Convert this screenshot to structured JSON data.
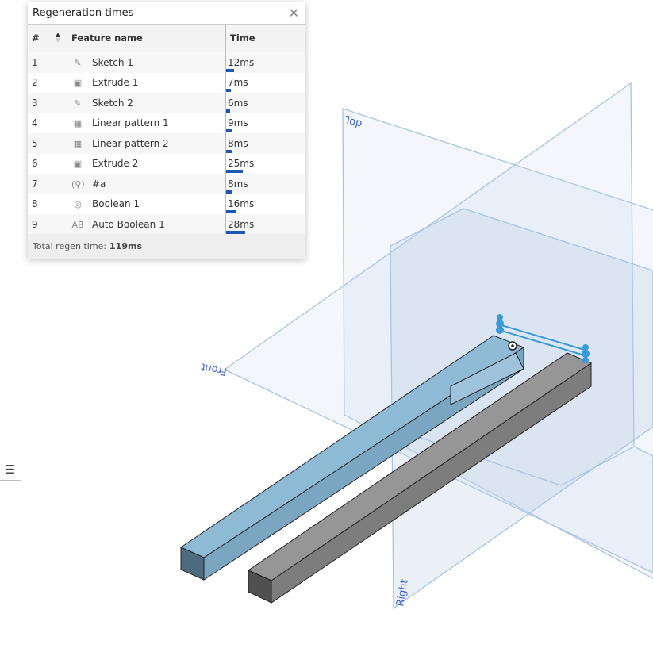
{
  "panel": {
    "title": "Regeneration times",
    "columns": [
      "#",
      "Feature name",
      "Time"
    ],
    "rows": [
      {
        "num": "1",
        "icon": "sketch-icon",
        "name": "Sketch 1",
        "time": "12ms",
        "ms": 12
      },
      {
        "num": "2",
        "icon": "extrude-icon",
        "name": "Extrude 1",
        "time": "7ms",
        "ms": 7
      },
      {
        "num": "3",
        "icon": "sketch-icon",
        "name": "Sketch 2",
        "time": "6ms",
        "ms": 6
      },
      {
        "num": "4",
        "icon": "linear-pattern-icon",
        "name": "Linear pattern 1",
        "time": "9ms",
        "ms": 9
      },
      {
        "num": "5",
        "icon": "linear-pattern-icon",
        "name": "Linear pattern 2",
        "time": "8ms",
        "ms": 8
      },
      {
        "num": "6",
        "icon": "extrude-icon",
        "name": "Extrude 2",
        "time": "25ms",
        "ms": 25
      },
      {
        "num": "7",
        "icon": "variable-query-icon",
        "name": "#a",
        "time": "8ms",
        "ms": 8
      },
      {
        "num": "8",
        "icon": "boolean-icon",
        "name": "Boolean 1",
        "time": "16ms",
        "ms": 16
      },
      {
        "num": "9",
        "icon": "auto-boolean-icon",
        "name": "Auto Boolean 1",
        "time": "28ms",
        "ms": 28
      }
    ],
    "footer_label": "Total regen time:",
    "footer_value": "119ms",
    "total_ms": 119
  },
  "viewport": {
    "planes": [
      "Top",
      "Front",
      "Right"
    ]
  },
  "colors": {
    "bar": "#1e56b4",
    "plane": "#7fa6d6",
    "blue_part": "#8ab6d3",
    "gray_part": "#8a8a8a",
    "sketch": "#3a9ad6"
  }
}
